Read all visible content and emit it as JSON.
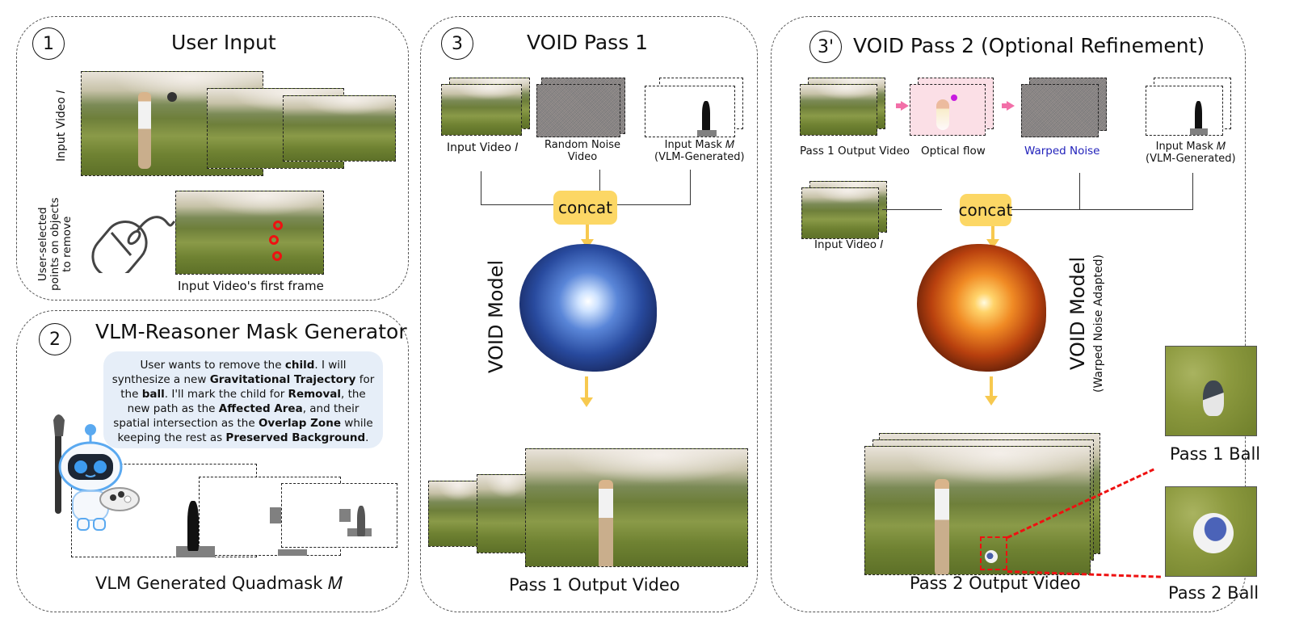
{
  "panel1": {
    "number": "1",
    "title": "User Input",
    "side_label_video": "Input Video 𝐼",
    "side_label_points": [
      "User-selected",
      "points on objects",
      "to remove"
    ],
    "caption_first_frame": "Input Video's first frame",
    "icons": [
      "mouse-icon"
    ]
  },
  "panel2": {
    "number": "2",
    "title": "VLM-Reasoner Mask Generator",
    "bubble": {
      "segments": [
        {
          "t": "User wants to remove the ",
          "b": false
        },
        {
          "t": "child",
          "b": true
        },
        {
          "t": ". I will synthesize a new ",
          "b": false
        },
        {
          "t": "Gravitational Trajectory",
          "b": true
        },
        {
          "t": " for the ",
          "b": false
        },
        {
          "t": "ball",
          "b": true
        },
        {
          "t": ". I'll mark the child for ",
          "b": false
        },
        {
          "t": "Removal",
          "b": true
        },
        {
          "t": ", the new path as the ",
          "b": false
        },
        {
          "t": "Affected Area",
          "b": true
        },
        {
          "t": ", and their spatial intersection as the ",
          "b": false
        },
        {
          "t": "Overlap Zone",
          "b": true
        },
        {
          "t": " while keeping the rest as ",
          "b": false
        },
        {
          "t": "Preserved Background",
          "b": true
        },
        {
          "t": ".",
          "b": false
        }
      ]
    },
    "caption": "VLM Generated Quadmask 𝑀",
    "icons": [
      "robot-painter-icon"
    ]
  },
  "panel3": {
    "number": "3",
    "title": "VOID Pass 1",
    "inputs": [
      {
        "label": "Input Video 𝐼"
      },
      {
        "label": "Random Noise\nVideo"
      },
      {
        "label": "Input Mask 𝑀\n(VLM-Generated)"
      }
    ],
    "concat_label": "concat",
    "model_label": "VOID Model",
    "caption": "Pass 1 Output Video"
  },
  "panel4": {
    "number": "3'",
    "title": "VOID Pass 2 (Optional Refinement)",
    "inputs": [
      {
        "label": "Pass 1 Output Video"
      },
      {
        "label": "Optical flow"
      },
      {
        "label": "Warped Noise"
      },
      {
        "label": "Input Mask 𝑀\n(VLM-Generated)"
      }
    ],
    "input_video_label": "Input Video 𝐼",
    "concat_label": "concat",
    "model_label": "VOID Model",
    "model_sublabel": "(Warped Noise Adapted)",
    "caption": "Pass 2 Output Video",
    "ball1_label": "Pass 1 Ball",
    "ball2_label": "Pass 2 Ball"
  },
  "colors": {
    "concat_fill": "#fcd765",
    "arrow_yellow": "#f7c94f",
    "arrow_pink": "#f26fa8",
    "warped_noise_text": "#2222bb",
    "bubble_fill": "#e6eef8",
    "highlight_red": "#ee1111"
  }
}
